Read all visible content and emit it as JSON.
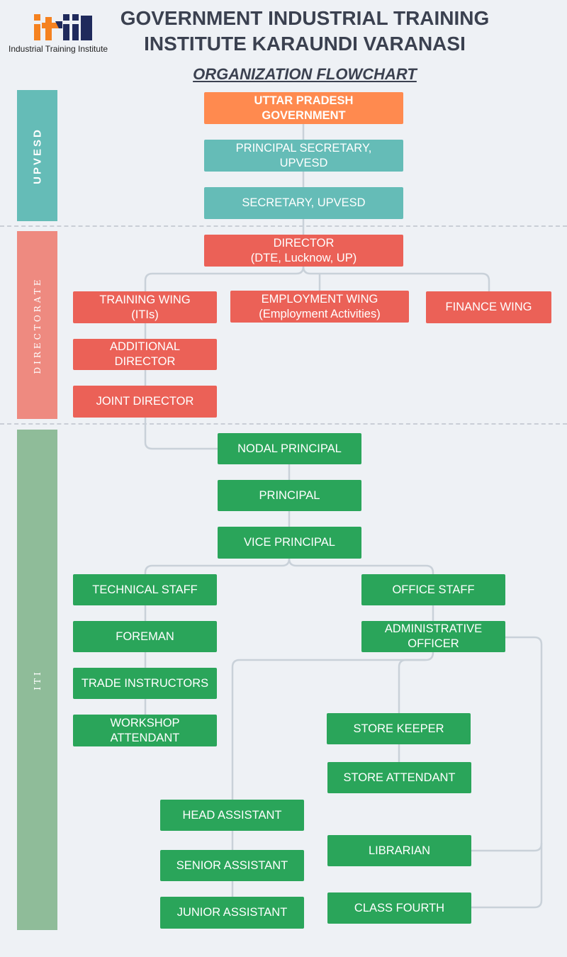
{
  "header": {
    "logo_text": "Industrial Training Institute",
    "title_line1": "GOVERNMENT INDUSTRIAL TRAINING",
    "title_line2": "INSTITUTE KARAUNDI VARANASI",
    "subtitle": "ORGANIZATION FLOWCHART"
  },
  "colors": {
    "background": "#eef1f5",
    "government": "#ff8a4f",
    "upvesd": "#65bcb7",
    "directorate": "#eb6157",
    "iti": "#2aa55a",
    "connector": "#c9d1d9",
    "logo_orange": "#f58220",
    "logo_navy": "#1f2a5c"
  },
  "bands": {
    "upvesd": "UPVESD",
    "directorate": "DIRECTORATE",
    "iti": "ITI"
  },
  "nodes": {
    "up_gov": "UTTAR PRADESH\nGOVERNMENT",
    "principal_secretary": "PRINCIPAL SECRETARY,\nUPVESD",
    "secretary": "SECRETARY, UPVESD",
    "director": "DIRECTOR\n(DTE, Lucknow, UP)",
    "training_wing": "TRAINING WING\n(ITIs)",
    "employment_wing": "EMPLOYMENT WING\n(Employment Activities)",
    "finance_wing": "FINANCE WING",
    "additional_director": "ADDITIONAL\nDIRECTOR",
    "joint_director": "JOINT DIRECTOR",
    "nodal_principal": "NODAL PRINCIPAL",
    "principal": "PRINCIPAL",
    "vice_principal": "VICE PRINCIPAL",
    "technical_staff": "TECHNICAL STAFF",
    "office_staff": "OFFICE STAFF",
    "foreman": "FOREMAN",
    "administrative_officer": "ADMINISTRATIVE\nOFFICER",
    "trade_instructors": "TRADE INSTRUCTORS",
    "workshop_attendant": "WORKSHOP\nATTENDANT",
    "store_keeper": "STORE KEEPER",
    "store_attendant": "STORE ATTENDANT",
    "head_assistant": "HEAD ASSISTANT",
    "librarian": "LIBRARIAN",
    "senior_assistant": "SENIOR ASSISTANT",
    "junior_assistant": "JUNIOR ASSISTANT",
    "class_fourth": "CLASS FOURTH"
  }
}
